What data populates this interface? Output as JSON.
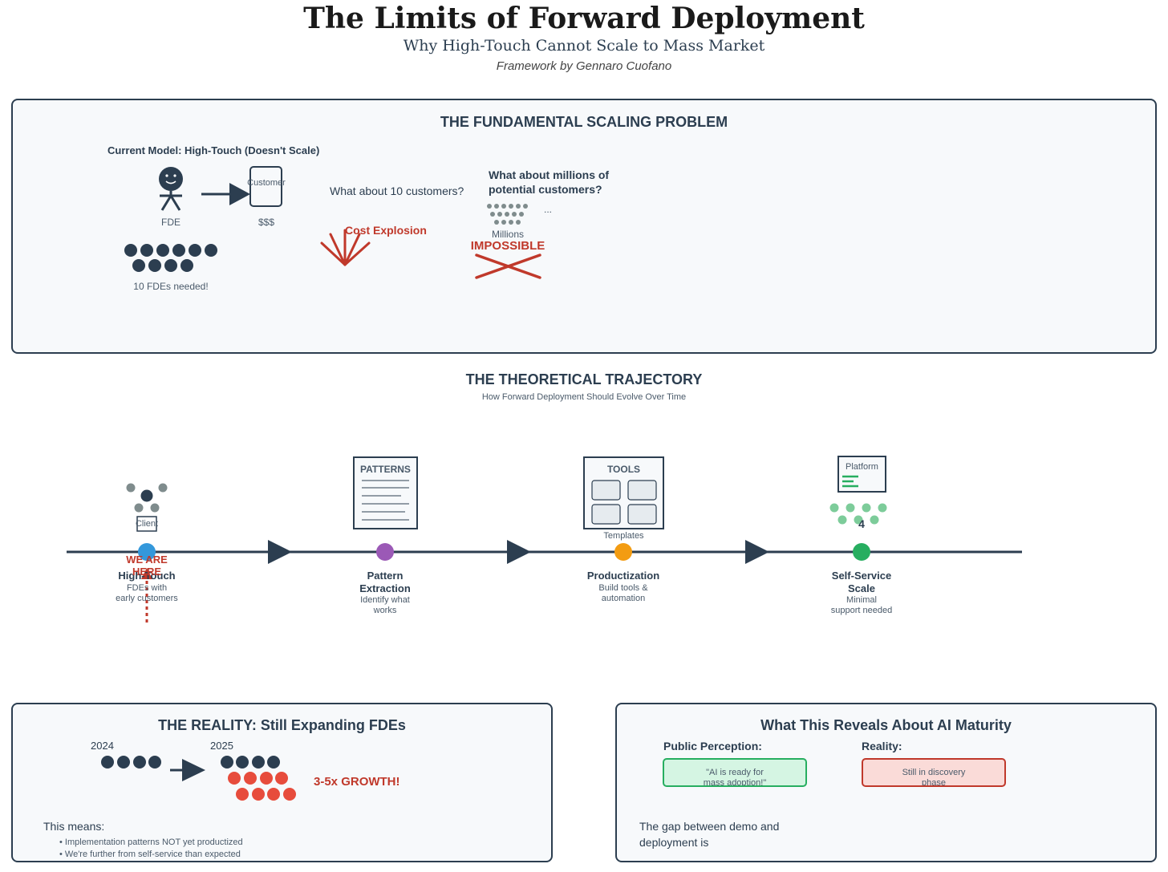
{
  "header": {
    "title": "The Limits of Forward Deployment",
    "subtitle": "Why High-Touch Cannot Scale to Mass Market",
    "byline": "Framework by Gennaro Cuofano"
  },
  "scaling": {
    "title": "THE FUNDAMENTAL SCALING PROBLEM",
    "current_model": "Current Model: High-Touch (Doesn't Scale)",
    "fde_label": "FDE",
    "customer_label": "Customer",
    "money_label": "$$$",
    "fdes_needed": "10 FDEs needed!",
    "ten_question": "What about 10 customers?",
    "cost_explosion": "Cost Explosion",
    "millions_question_1": "What about millions of",
    "millions_question_2": "potential customers?",
    "ellipsis": "...",
    "millions_label": "Millions",
    "impossible": "IMPOSSIBLE"
  },
  "trajectory": {
    "title": "THE THEORETICAL TRAJECTORY",
    "subtitle": "How Forward Deployment Should Evolve Over Time",
    "client_label": "Client",
    "we_are_here_1": "WE ARE",
    "we_are_here_2": "HERE",
    "patterns_label": "PATTERNS",
    "tools_label": "TOOLS",
    "templates_label": "Templates",
    "platform_label": "Platform",
    "platform_count": "4",
    "stages": [
      {
        "name1": "High-Touch",
        "name2": "",
        "desc1": "FDEs with",
        "desc2": "early customers",
        "color": "#3498db"
      },
      {
        "name1": "Pattern",
        "name2": "Extraction",
        "desc1": "Identify what",
        "desc2": "works",
        "color": "#9b59b6"
      },
      {
        "name1": "Productization",
        "name2": "",
        "desc1": "Build tools &",
        "desc2": "automation",
        "color": "#f39c12"
      },
      {
        "name1": "Self-Service",
        "name2": "Scale",
        "desc1": "Minimal",
        "desc2": "support needed",
        "color": "#27ae60"
      }
    ]
  },
  "reality": {
    "title": "THE REALITY: Still Expanding FDEs",
    "year_a": "2024",
    "year_b": "2025",
    "growth": "3-5x GROWTH!",
    "means_label": "This means:",
    "bullets": [
      "• Implementation patterns NOT yet productized",
      "• We're further from self-service than expected"
    ]
  },
  "maturity": {
    "title": "What This Reveals About AI Maturity",
    "perception_label": "Public Perception:",
    "perception_line1": "\"AI is ready for",
    "perception_line2": "mass adoption!\"",
    "reality_label": "Reality:",
    "reality_line1": "Still in discovery",
    "reality_line2": "phase",
    "gap_line1": "The gap between demo and",
    "gap_line2": "deployment is"
  },
  "colors": {
    "navy": "#2c3e50",
    "red": "#c0392b",
    "blue": "#3498db",
    "purple": "#9b59b6",
    "orange": "#f39c12",
    "green": "#27ae60"
  }
}
